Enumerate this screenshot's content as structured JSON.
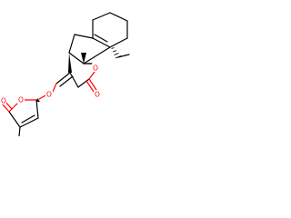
{
  "structure": {
    "atoms": {
      "ring_oxygen_right": "O",
      "carbonyl_oxygen_right": "O",
      "ether_oxygen": "O",
      "ring_oxygen_left": "O",
      "carbonyl_oxygen_left": "O"
    },
    "colors": {
      "carbon_bonds": "#000000",
      "oxygen": "#ff0000",
      "background": "#ffffff"
    }
  }
}
